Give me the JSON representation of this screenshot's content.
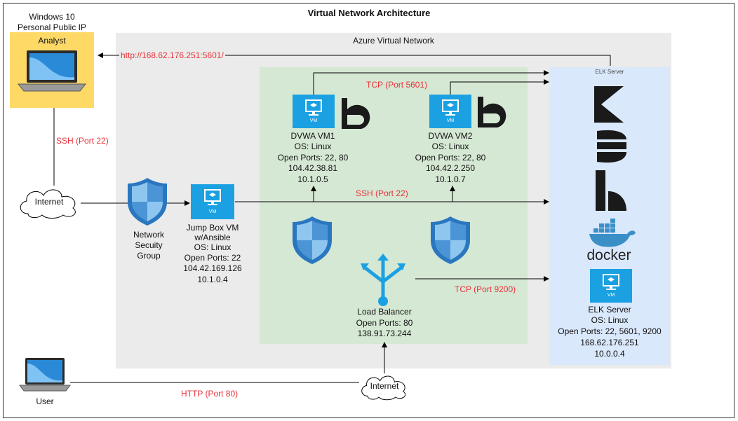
{
  "title": "Virtual Network Architecture",
  "analyst": {
    "line1": "Windows 10",
    "line2": "Personal Public IP",
    "line3": "Analyst"
  },
  "azure": {
    "label": "Azure Virtual Network"
  },
  "connections": {
    "kibana_url": "http://168.62.176.251:5601/",
    "ssh_analyst": "SSH (Port 22)",
    "tcp_5601": "TCP (Port 5601)",
    "ssh_internal": "SSH (Port 22)",
    "tcp_9200": "TCP (Port 9200)",
    "http_80": "HTTP (Port 80)"
  },
  "internet_top": "Internet",
  "internet_bottom": "Internet",
  "nsg": {
    "line1": "Network",
    "line2": "Secuity",
    "line3": "Group"
  },
  "jumpbox": {
    "line1": "Jump Box VM",
    "line2": "w/Ansible",
    "line3": "OS: Linux",
    "line4": "Open Ports: 22",
    "line5": "104.42.169.126",
    "line6": "10.1.0.4"
  },
  "vm1": {
    "line1": "DVWA VM1",
    "line2": "OS: Linux",
    "line3": "Open Ports: 22, 80",
    "line4": "104.42.38.81",
    "line5": "10.1.0.5"
  },
  "vm2": {
    "line1": "DVWA VM2",
    "line2": "OS: Linux",
    "line3": "Open Ports: 22, 80",
    "line4": "104.42.2.250",
    "line5": "10.1.0.7"
  },
  "lb": {
    "line1": "Load Balancer",
    "line2": "Open Ports: 80",
    "line3": "138.91.73.244"
  },
  "elk": {
    "header": "ELK Server",
    "line1": "ELK Server",
    "line2": "OS: Linux",
    "line3": "Open Ports: 22, 5601, 9200",
    "line4": "168.62.176.251",
    "line5": "10.0.0.4",
    "docker": "docker"
  },
  "vm_badge": "VM",
  "user": "User",
  "icons": {
    "laptop": "laptop-icon",
    "cloud": "cloud-icon",
    "shield": "shield-icon",
    "vm": "vm-icon",
    "dvwa": "dvwa-logo-icon",
    "elk": "elk-logo-icon",
    "docker": "docker-whale-icon",
    "lb": "load-balancer-icon"
  },
  "colors": {
    "azure_bg": "#ebebeb",
    "web_bg": "#d5e8d4",
    "elk_bg": "#dae8fc",
    "analyst_bg": "#ffd966",
    "accent_blue": "#1ba1e2",
    "label_red": "#e8333a",
    "shield_blue": "#2a77c0",
    "docker_blue": "#3a8fc7"
  }
}
